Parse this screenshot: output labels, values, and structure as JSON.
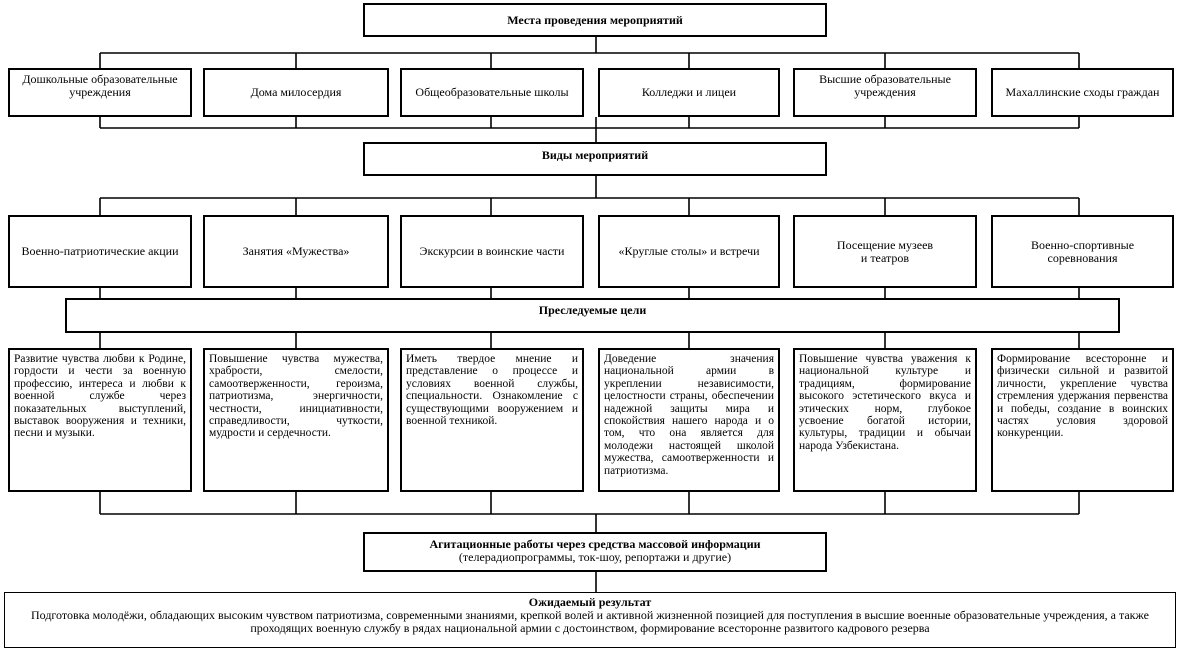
{
  "venues": {
    "header": "Места проведения мероприятий",
    "items": [
      "Дошкольные образовательные учреждения",
      "Дома милосердия",
      "Общеобразовательные школы",
      "Колледжи и лицеи",
      "Высшие образовательные учреждения",
      "Махаллинские сходы граждан"
    ]
  },
  "types": {
    "header": "Виды мероприятий",
    "items": [
      "Военно-патриотические акции",
      "Занятия «Мужества»",
      "Экскурсии в воинские части",
      "«Круглые столы» и встречи",
      "Посещение музеев\nи театров",
      "Военно-спортивные\nсоревнования"
    ]
  },
  "goals": {
    "header": "Преследуемые цели",
    "items": [
      "Развитие чувства любви к Родине, гордости и чести за военную профессию, интереса и любви к военной службе через показательных выступлений, выставок вооружения и техники, песни и музыки.",
      "Повышение чувства мужества, храбрости, смелости, самоотверженности, героизма, патриотизма, энергичности, честности, инициативности, справедливости, чуткости, мудрости и сердечности.",
      "Иметь твердое мнение и представление о процессе и условиях военной службы, специальности. Ознакомление с существующими вооружением и военной техникой.",
      "Доведение значения национальной армии в укреплении независимости, целостности страны, обеспечении надежной защиты мира и спокойствия нашего народа и о том, что она является для молодежи настоящей школой мужества, самоотверженности и патриотизма.",
      "Повышение чувства уважения к национальной культуре и традициям, формирование высокого эстетического вкуса и этических норм, глубокое усвоение богатой истории, культуры, традиции и обычаи народа Узбекистана.",
      "Формирование всесторонне и физически сильной и развитой личности, укрепление чувства стремления удержания первенства и победы, создание в воинских частях условия здоровой конкуренции."
    ]
  },
  "media": {
    "title": "Агитационные работы через средства массовой информации",
    "subtitle": "(телерадиопрограммы, ток-шоу, репортажи и другие)"
  },
  "result": {
    "title": "Ожидаемый результат",
    "text": "Подготовка молодёжи, обладающих высоким чувством патриотизма, современными знаниями, крепкой волей и активной жизненной позицией для поступления в высшие военные образовательные учреждения, а также проходящих военную службу в рядах национальной армии с достоинством, формирование всесторонне развитого кадрового резерва"
  }
}
